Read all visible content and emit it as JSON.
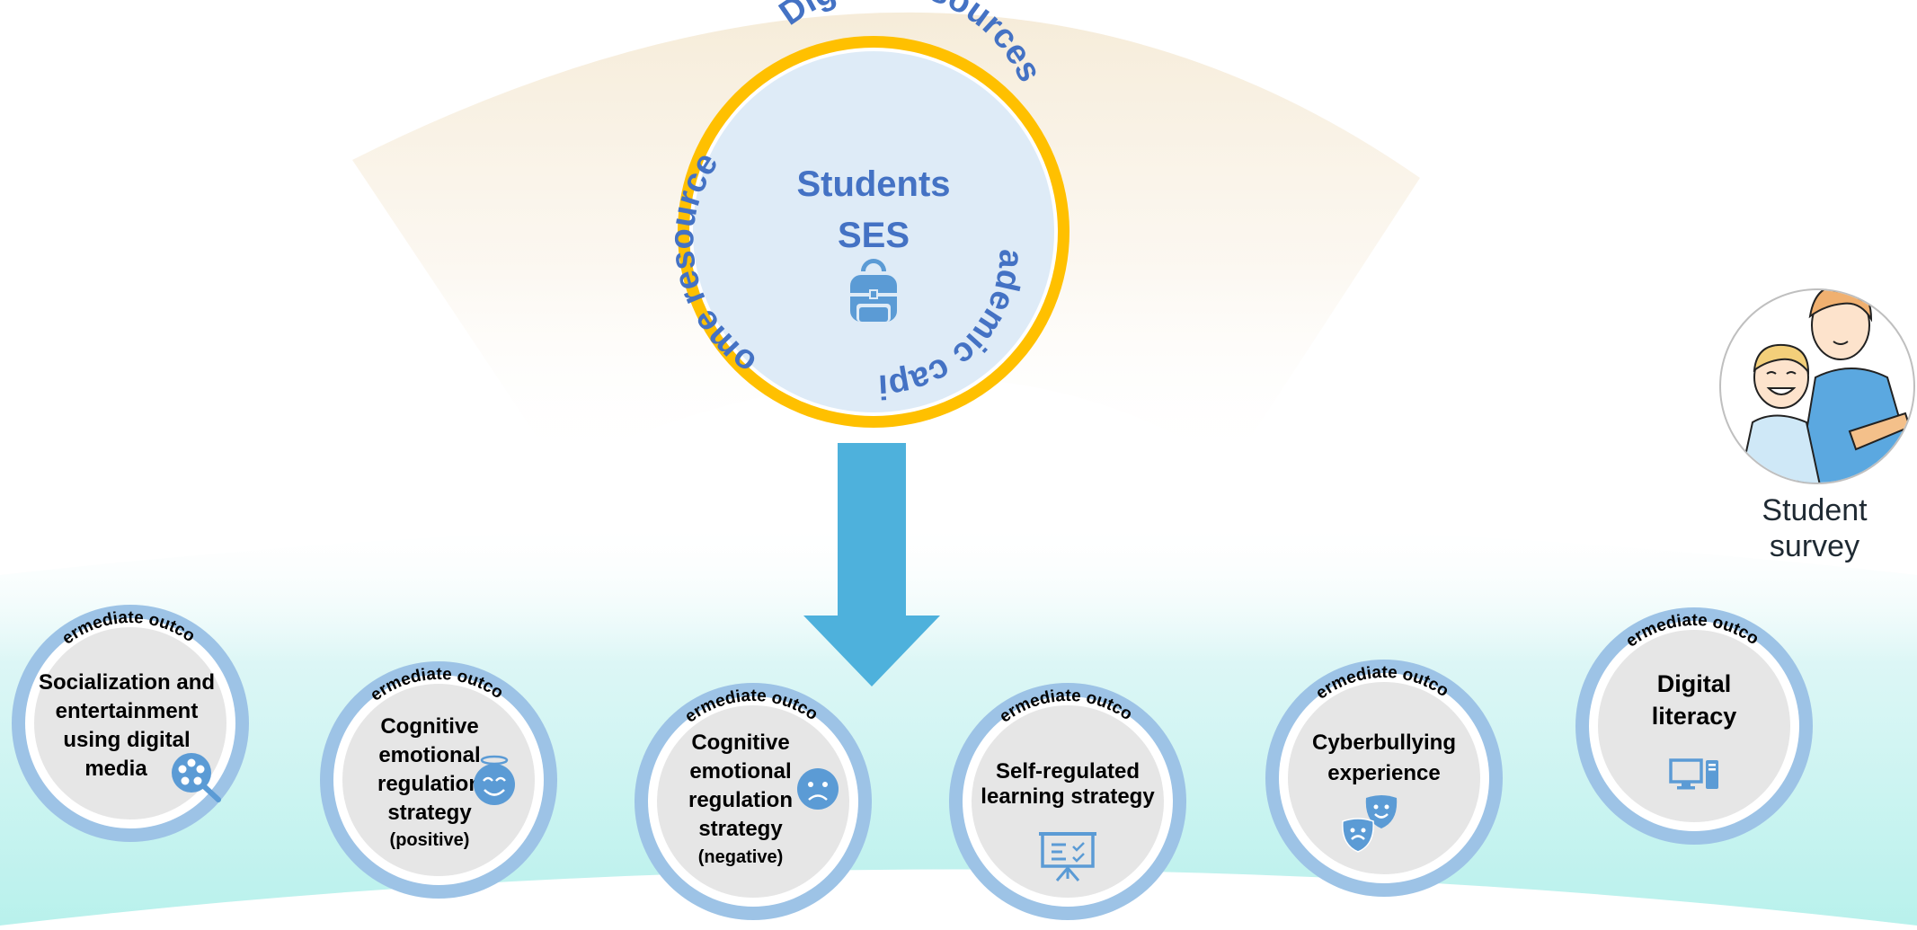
{
  "center": {
    "title_line1": "Students",
    "title_line2": "SES",
    "ring_labels": [
      "Digital resources",
      "Academic capital",
      "Home resources"
    ],
    "icon": "backpack-icon"
  },
  "survey": {
    "label_line1": "Student",
    "label_line2": "survey",
    "illustration": "students-illustration"
  },
  "outcomes": [
    {
      "tag": "Intermediate outcome",
      "lines": [
        "Socialization and",
        "entertainment",
        "using digital",
        "media"
      ],
      "sub": "",
      "icon": "film-reel-search-icon"
    },
    {
      "tag": "Intermediate outcome",
      "lines": [
        "Cognitive",
        "emotional",
        "regulation",
        "strategy"
      ],
      "sub": "(positive)",
      "icon": "smiling-face-icon"
    },
    {
      "tag": "Intermediate outcome",
      "lines": [
        "Cognitive",
        "emotional",
        "regulation",
        "strategy"
      ],
      "sub": "(negative)",
      "icon": "sad-face-icon"
    },
    {
      "tag": "Intermediate outcome",
      "lines": [
        "Self-regulated",
        "learning strategy"
      ],
      "sub": "",
      "icon": "presentation-board-icon"
    },
    {
      "tag": "Intermediate outcome",
      "lines": [
        "Cyberbullying",
        "experience"
      ],
      "sub": "",
      "icon": "theater-masks-icon"
    },
    {
      "tag": "Intermediate outcome",
      "lines": [
        "Digital",
        "literacy"
      ],
      "sub": "",
      "icon": "desktop-computer-icon"
    }
  ],
  "colors": {
    "primary_blue": "#4472c4",
    "icon_blue": "#5b9bd5",
    "ring_gold": "#ffc000",
    "outcome_ring": "#9dc3e6",
    "arrow": "#4eb1dc",
    "teal_band": "#c5f3f0",
    "cream_arc": "#f6ecd9"
  }
}
